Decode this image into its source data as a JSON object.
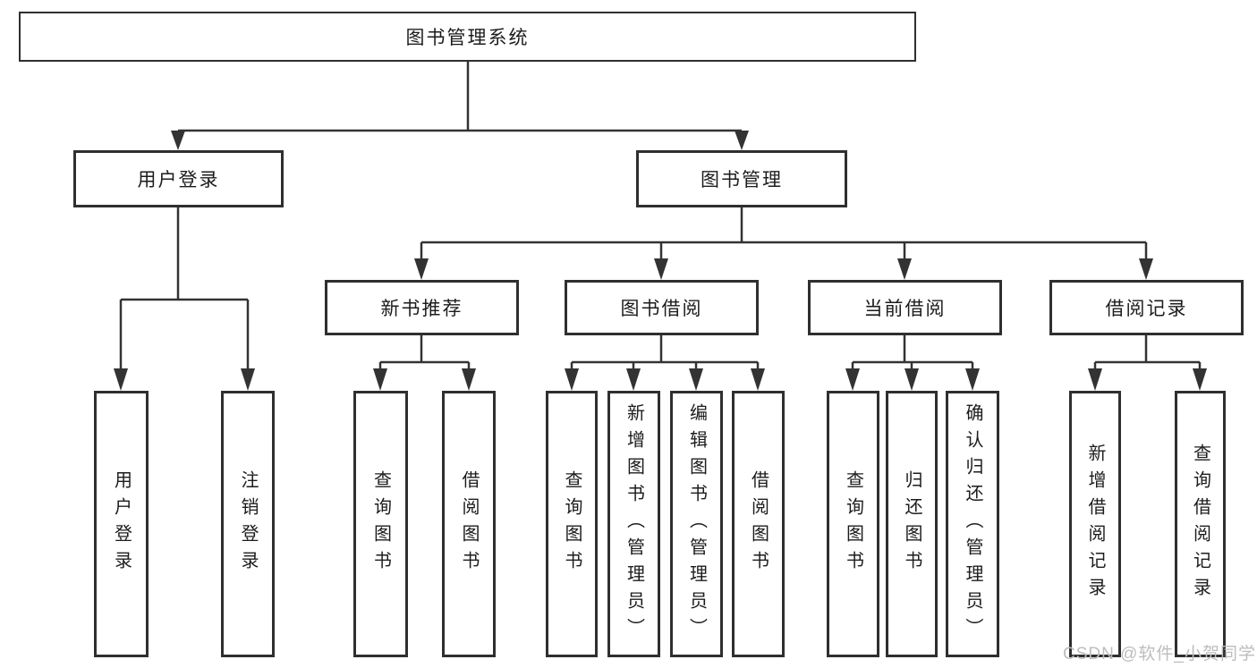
{
  "colors": {
    "line": "#333333",
    "box_border": "#2f2f2f",
    "text": "#1c1c1c",
    "watermark": "#bdbdbd",
    "background": "#ffffff"
  },
  "diagram": {
    "root": {
      "label": "图书管理系统"
    },
    "level2": [
      {
        "label": "用户登录"
      },
      {
        "label": "图书管理"
      }
    ],
    "level3": [
      {
        "label": "新书推荐"
      },
      {
        "label": "图书借阅"
      },
      {
        "label": "当前借阅"
      },
      {
        "label": "借阅记录"
      }
    ],
    "leaves": {
      "user_login": [
        {
          "label": "用户登录"
        },
        {
          "label": "注销登录"
        }
      ],
      "new_book": [
        {
          "label": "查询图书"
        },
        {
          "label": "借阅图书"
        }
      ],
      "book_borrow": [
        {
          "label": "查询图书"
        },
        {
          "label": "新增图书（管理员）"
        },
        {
          "label": "编辑图书（管理员）"
        },
        {
          "label": "借阅图书"
        }
      ],
      "current_borrow": [
        {
          "label": "查询图书"
        },
        {
          "label": "归还图书"
        },
        {
          "label": "确认归还（管理员）"
        }
      ],
      "borrow_record": [
        {
          "label": "新增借阅记录"
        },
        {
          "label": "查询借阅记录"
        }
      ]
    }
  },
  "watermark": {
    "text": "CSDN @软件_小贺同学"
  }
}
